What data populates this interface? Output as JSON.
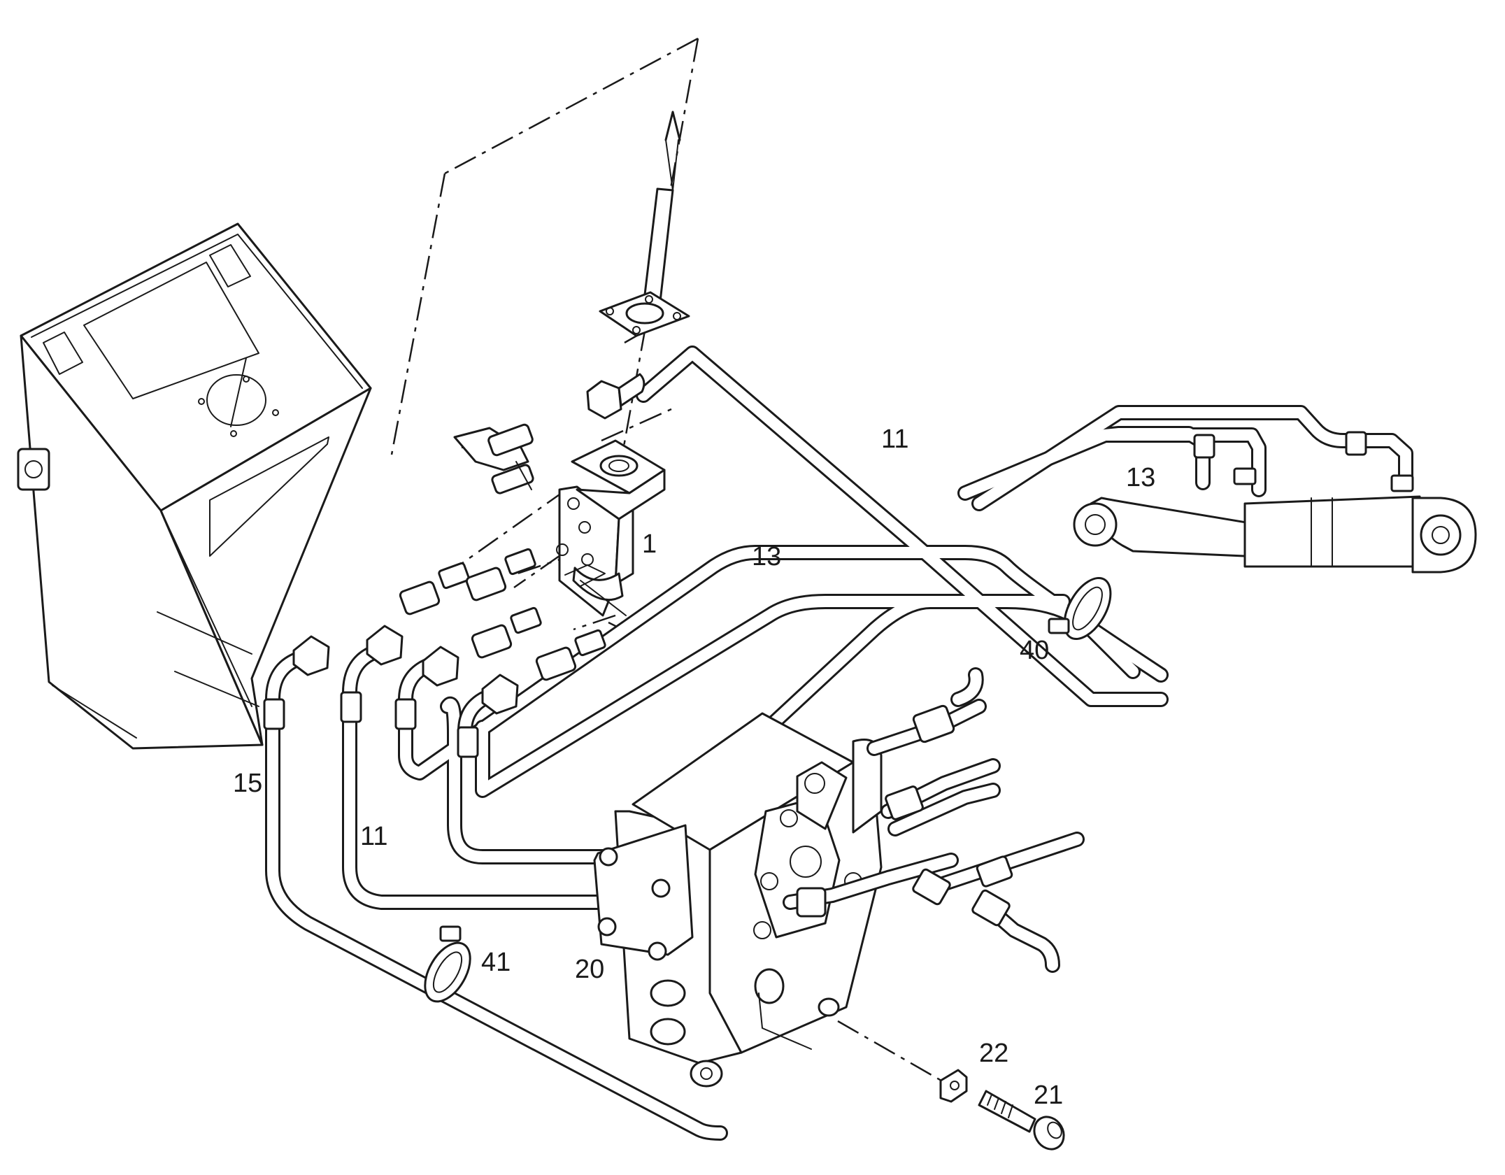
{
  "callouts": {
    "c1": "1",
    "c11_top": "11",
    "c11_left": "11",
    "c13_right": "13",
    "c13_mid": "13",
    "c15": "15",
    "c20": "20",
    "c21": "21",
    "c22": "22",
    "c40": "40",
    "c41": "41"
  }
}
